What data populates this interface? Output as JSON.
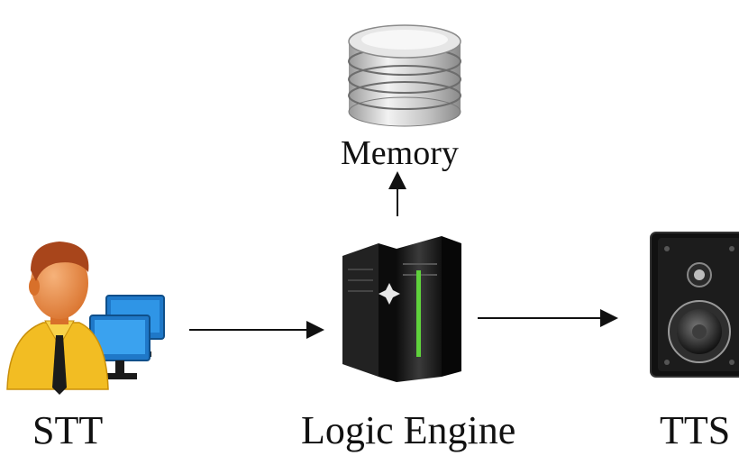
{
  "nodes": {
    "stt": {
      "label": "STT",
      "icon": "user-at-computers-icon"
    },
    "logic": {
      "label": "Logic Engine",
      "icon": "server-icon"
    },
    "tts": {
      "label": "TTS",
      "icon": "speaker-icon"
    },
    "memory": {
      "label": "Memory",
      "icon": "database-icon"
    }
  },
  "edges": [
    {
      "from": "STT",
      "to": "Logic Engine"
    },
    {
      "from": "Logic Engine",
      "to": "TTS"
    },
    {
      "from": "Logic Engine",
      "to": "Memory"
    }
  ],
  "colors": {
    "skin": "#e8893a",
    "hair": "#a8451b",
    "shirt": "#f2bd23",
    "tie": "#1b1b1b",
    "monitor": "#1f78c8",
    "server": "#1c1c1c",
    "server_led": "#5fd23c",
    "db_silver": "#c9c9c9",
    "speaker_body": "#111111"
  }
}
